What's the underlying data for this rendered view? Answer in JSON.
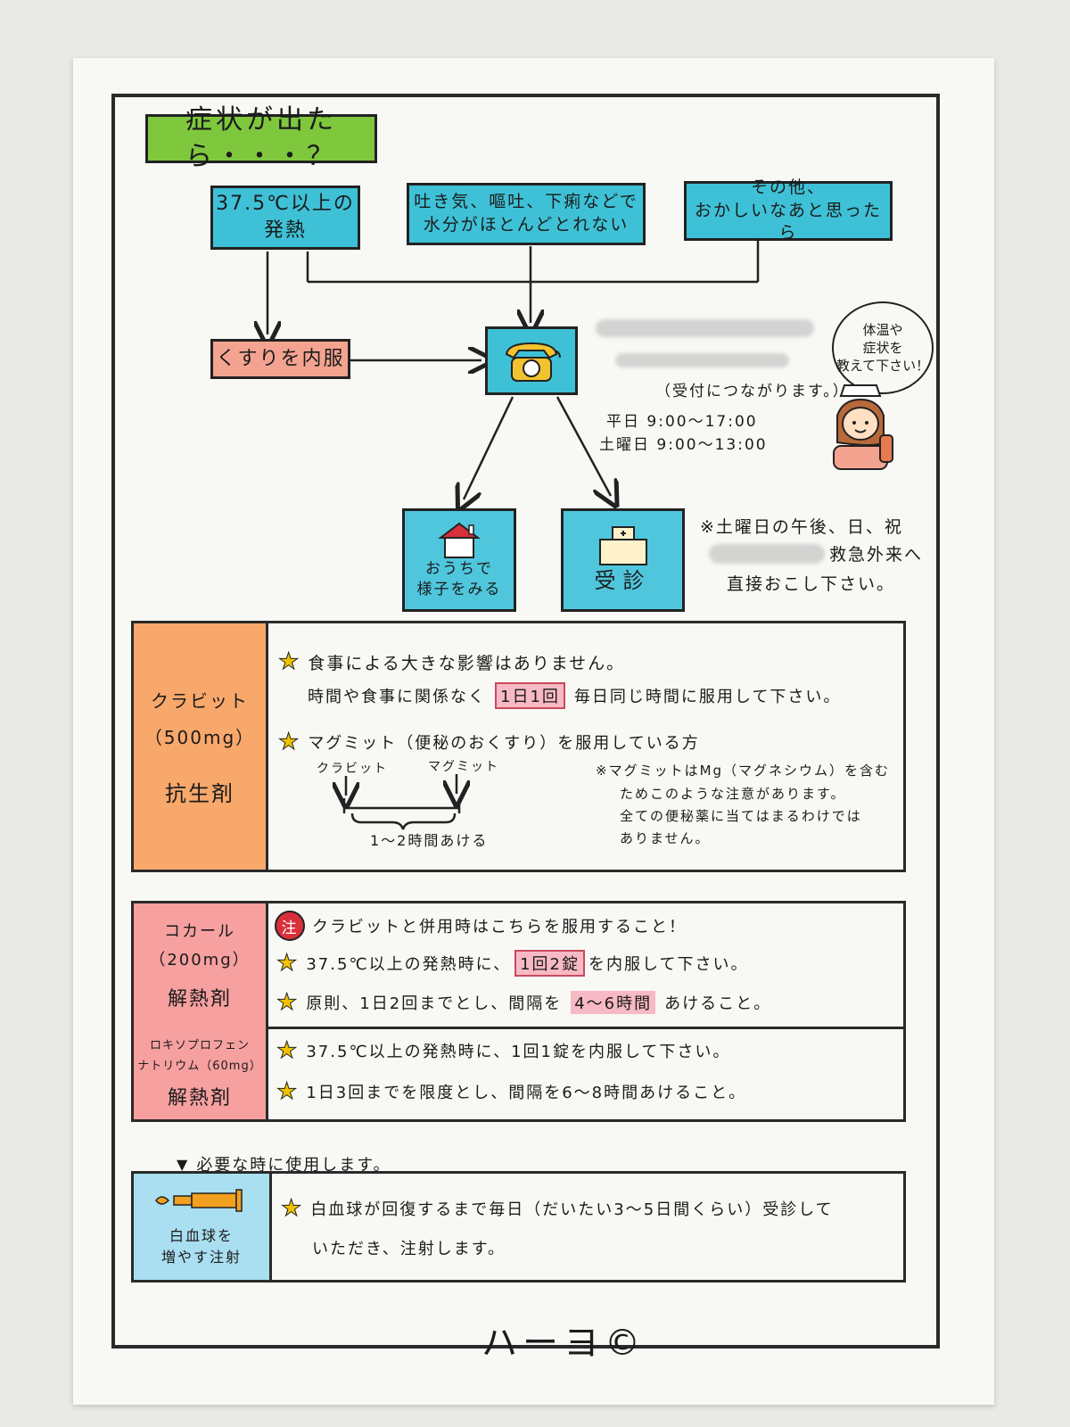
{
  "flow": {
    "title": "症状が出たら・・・？",
    "symptoms": [
      "37.5℃以上の\n発熱",
      "吐き気、嘔吐、下痢などで\n水分がほとんどとれない",
      "その他、\nおかしいなあと思ったら"
    ],
    "medicine": "くすりを内服",
    "phone_note": "（受付につながります。）",
    "hours": [
      "平日 9:00〜17:00",
      "土曜日 9:00〜13:00"
    ],
    "nurse_bubble": "体温や\n症状を\n教えて下さい！",
    "outcomes": {
      "home": "おうちで\n様子をみる",
      "visit": "受診"
    },
    "after_hours": [
      "※土曜日の午後、日、祝",
      "救急外来へ",
      "直接おこし下さい。"
    ]
  },
  "clarith": {
    "name": "クラビット",
    "dose": "（500mg）",
    "category": "抗生剤",
    "line1": "食事による大きな影響はありません。",
    "line2_pre": "時間や食事に関係なく",
    "line2_hl": "1日1回",
    "line2_post": "毎日同じ時間に服用して下さい。",
    "line3": "マグミット（便秘のおくすり）を服用している方",
    "diagram_left": "クラビット",
    "diagram_right": "マグミット",
    "diagram_gap": "1〜2時間あける",
    "note": [
      "※マグミットはMg（マグネシウム）を含む",
      "ためこのような注意があります。",
      "全ての便秘薬に当てはまるわけでは",
      "ありません。"
    ]
  },
  "cocarl": {
    "name": "コカール",
    "dose": "（200mg）",
    "category": "解熱剤",
    "caution_mark": "注",
    "caution": "クラビットと併用時はこちらを服用すること！",
    "line1_pre": "37.5℃以上の発熱時に、",
    "line1_hl": "1回2錠",
    "line1_post": "を内服して下さい。",
    "line2_pre": "原則、1日2回までとし、間隔を",
    "line2_hl": "4〜6時間",
    "line2_post": "あけること。"
  },
  "loxo": {
    "name": "ロキソプロフェン",
    "name2": "ナトリウム（60mg）",
    "category": "解熱剤",
    "line1": "37.5℃以上の発熱時に、1回1錠を内服して下さい。",
    "line2": "1日3回までを限度とし、間隔を6〜8時間あけること。"
  },
  "note_needed": "必要な時に使用します。",
  "injection": {
    "label": "白血球を\n増やす注射",
    "line1": "白血球が回復するまで毎日（だいたい3〜5日間くらい）受診して",
    "line2": "いただき、注射します。"
  },
  "signature": "ハーヨ©"
}
